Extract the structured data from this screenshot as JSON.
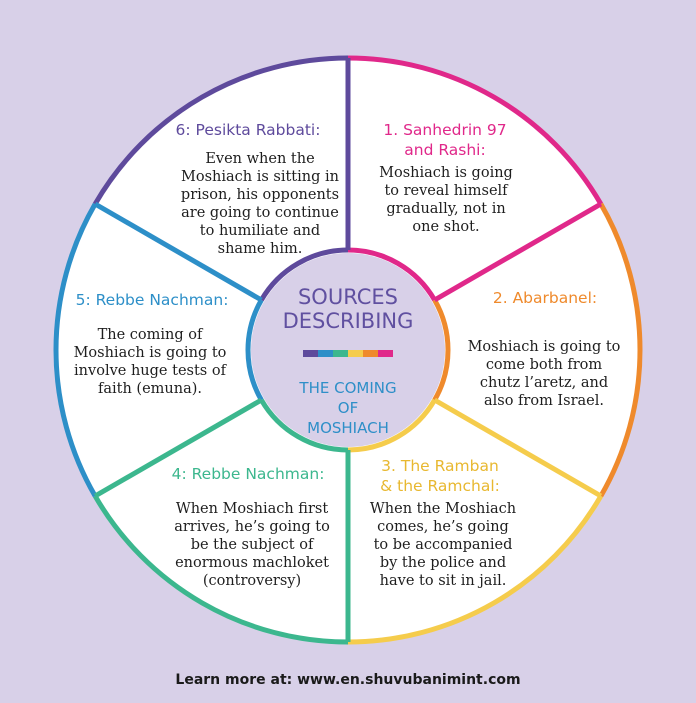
{
  "center": {
    "heading": "SOURCES\nDESCRIBING",
    "subheading": "THE COMING\nOF\nMOSHIACH"
  },
  "segments": [
    {
      "title": "1. Sanhedrin 97\nand Rashi:",
      "body": "Moshiach is going to reveal himself gradually, not in one shot.",
      "color": "#e0288a"
    },
    {
      "title": "2. Abarbanel:",
      "body": "Moshiach is going to come both from chutz l’aretz, and also from Israel.",
      "color": "#ef8a2c"
    },
    {
      "title": "3. The Ramban\n& the Ramchal:",
      "body": "When the Moshiach comes, he’s going to be accompanied by the police and have to sit in jail.",
      "color": "#f5cc4c"
    },
    {
      "title": "4: Rebbe Nachman:",
      "body": "When Moshiach first arrives, he’s going to be the subject of enormous machloket (controversy)",
      "color": "#3cb78e"
    },
    {
      "title": "5: Rebbe Nachman:",
      "body": "The coming of Moshiach is going to involve huge tests of faith (emuna).",
      "color": "#2d8fc8"
    },
    {
      "title": "6: Pesikta Rabbati:",
      "body": "Even when the Moshiach is sitting in prison, his opponents are going to continue to humiliate and shame him.",
      "color": "#5e4a9c"
    }
  ],
  "divider_colors": [
    "#5e4a9c",
    "#2d8fc8",
    "#3cb78e",
    "#f5cc4c",
    "#ef8a2c",
    "#e0288a"
  ],
  "footer": {
    "text": "Learn more at: www.en.shuvubanimint.com"
  }
}
